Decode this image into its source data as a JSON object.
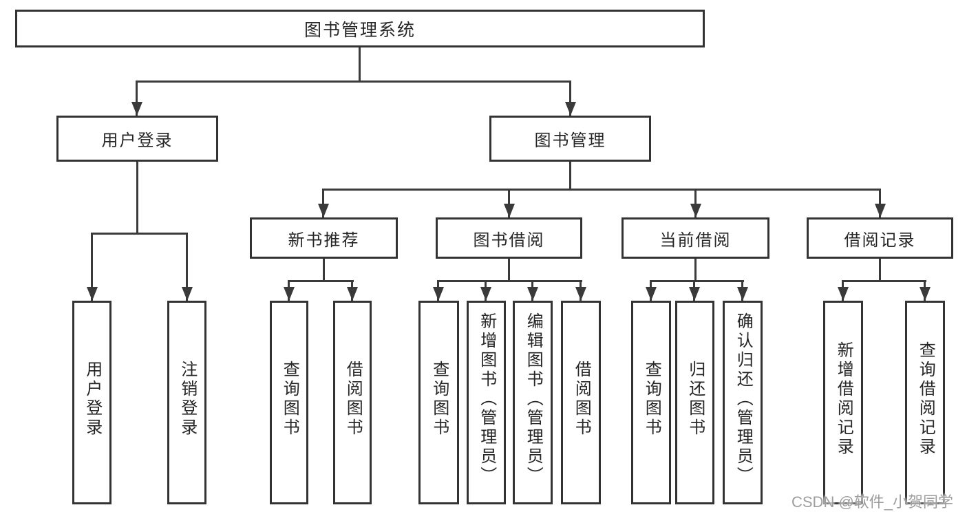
{
  "diagram": {
    "watermark": "CSDN @软件_小贺同学",
    "nodes": {
      "root": {
        "label": "图书管理系统"
      },
      "user_login": {
        "label": "用户登录"
      },
      "book_mgmt": {
        "label": "图书管理"
      },
      "new_books": {
        "label": "新书推荐"
      },
      "book_borrow": {
        "label": "图书借阅"
      },
      "current_borrow": {
        "label": "当前借阅"
      },
      "borrow_records": {
        "label": "借阅记录"
      },
      "login_user": {
        "label": "用户登录"
      },
      "login_logout": {
        "label": "注销登录"
      },
      "nb_query": {
        "label": "查询图书"
      },
      "nb_borrow": {
        "label": "借阅图书"
      },
      "bb_query": {
        "label": "查询图书"
      },
      "bb_add": {
        "label": "新增图书（管理员）"
      },
      "bb_edit": {
        "label": "编辑图书（管理员）"
      },
      "bb_borrow": {
        "label": "借阅图书"
      },
      "cb_query": {
        "label": "查询图书"
      },
      "cb_return": {
        "label": "归还图书"
      },
      "cb_confirm": {
        "label": "确认归还（管理员）"
      },
      "br_add": {
        "label": "新增借阅记录"
      },
      "br_query": {
        "label": "查询借阅记录"
      }
    }
  },
  "colors": {
    "line": "#3a3a3a",
    "border": "#333333",
    "text": "#262626",
    "background": "#ffffff",
    "watermark": "#9e9e9e"
  }
}
